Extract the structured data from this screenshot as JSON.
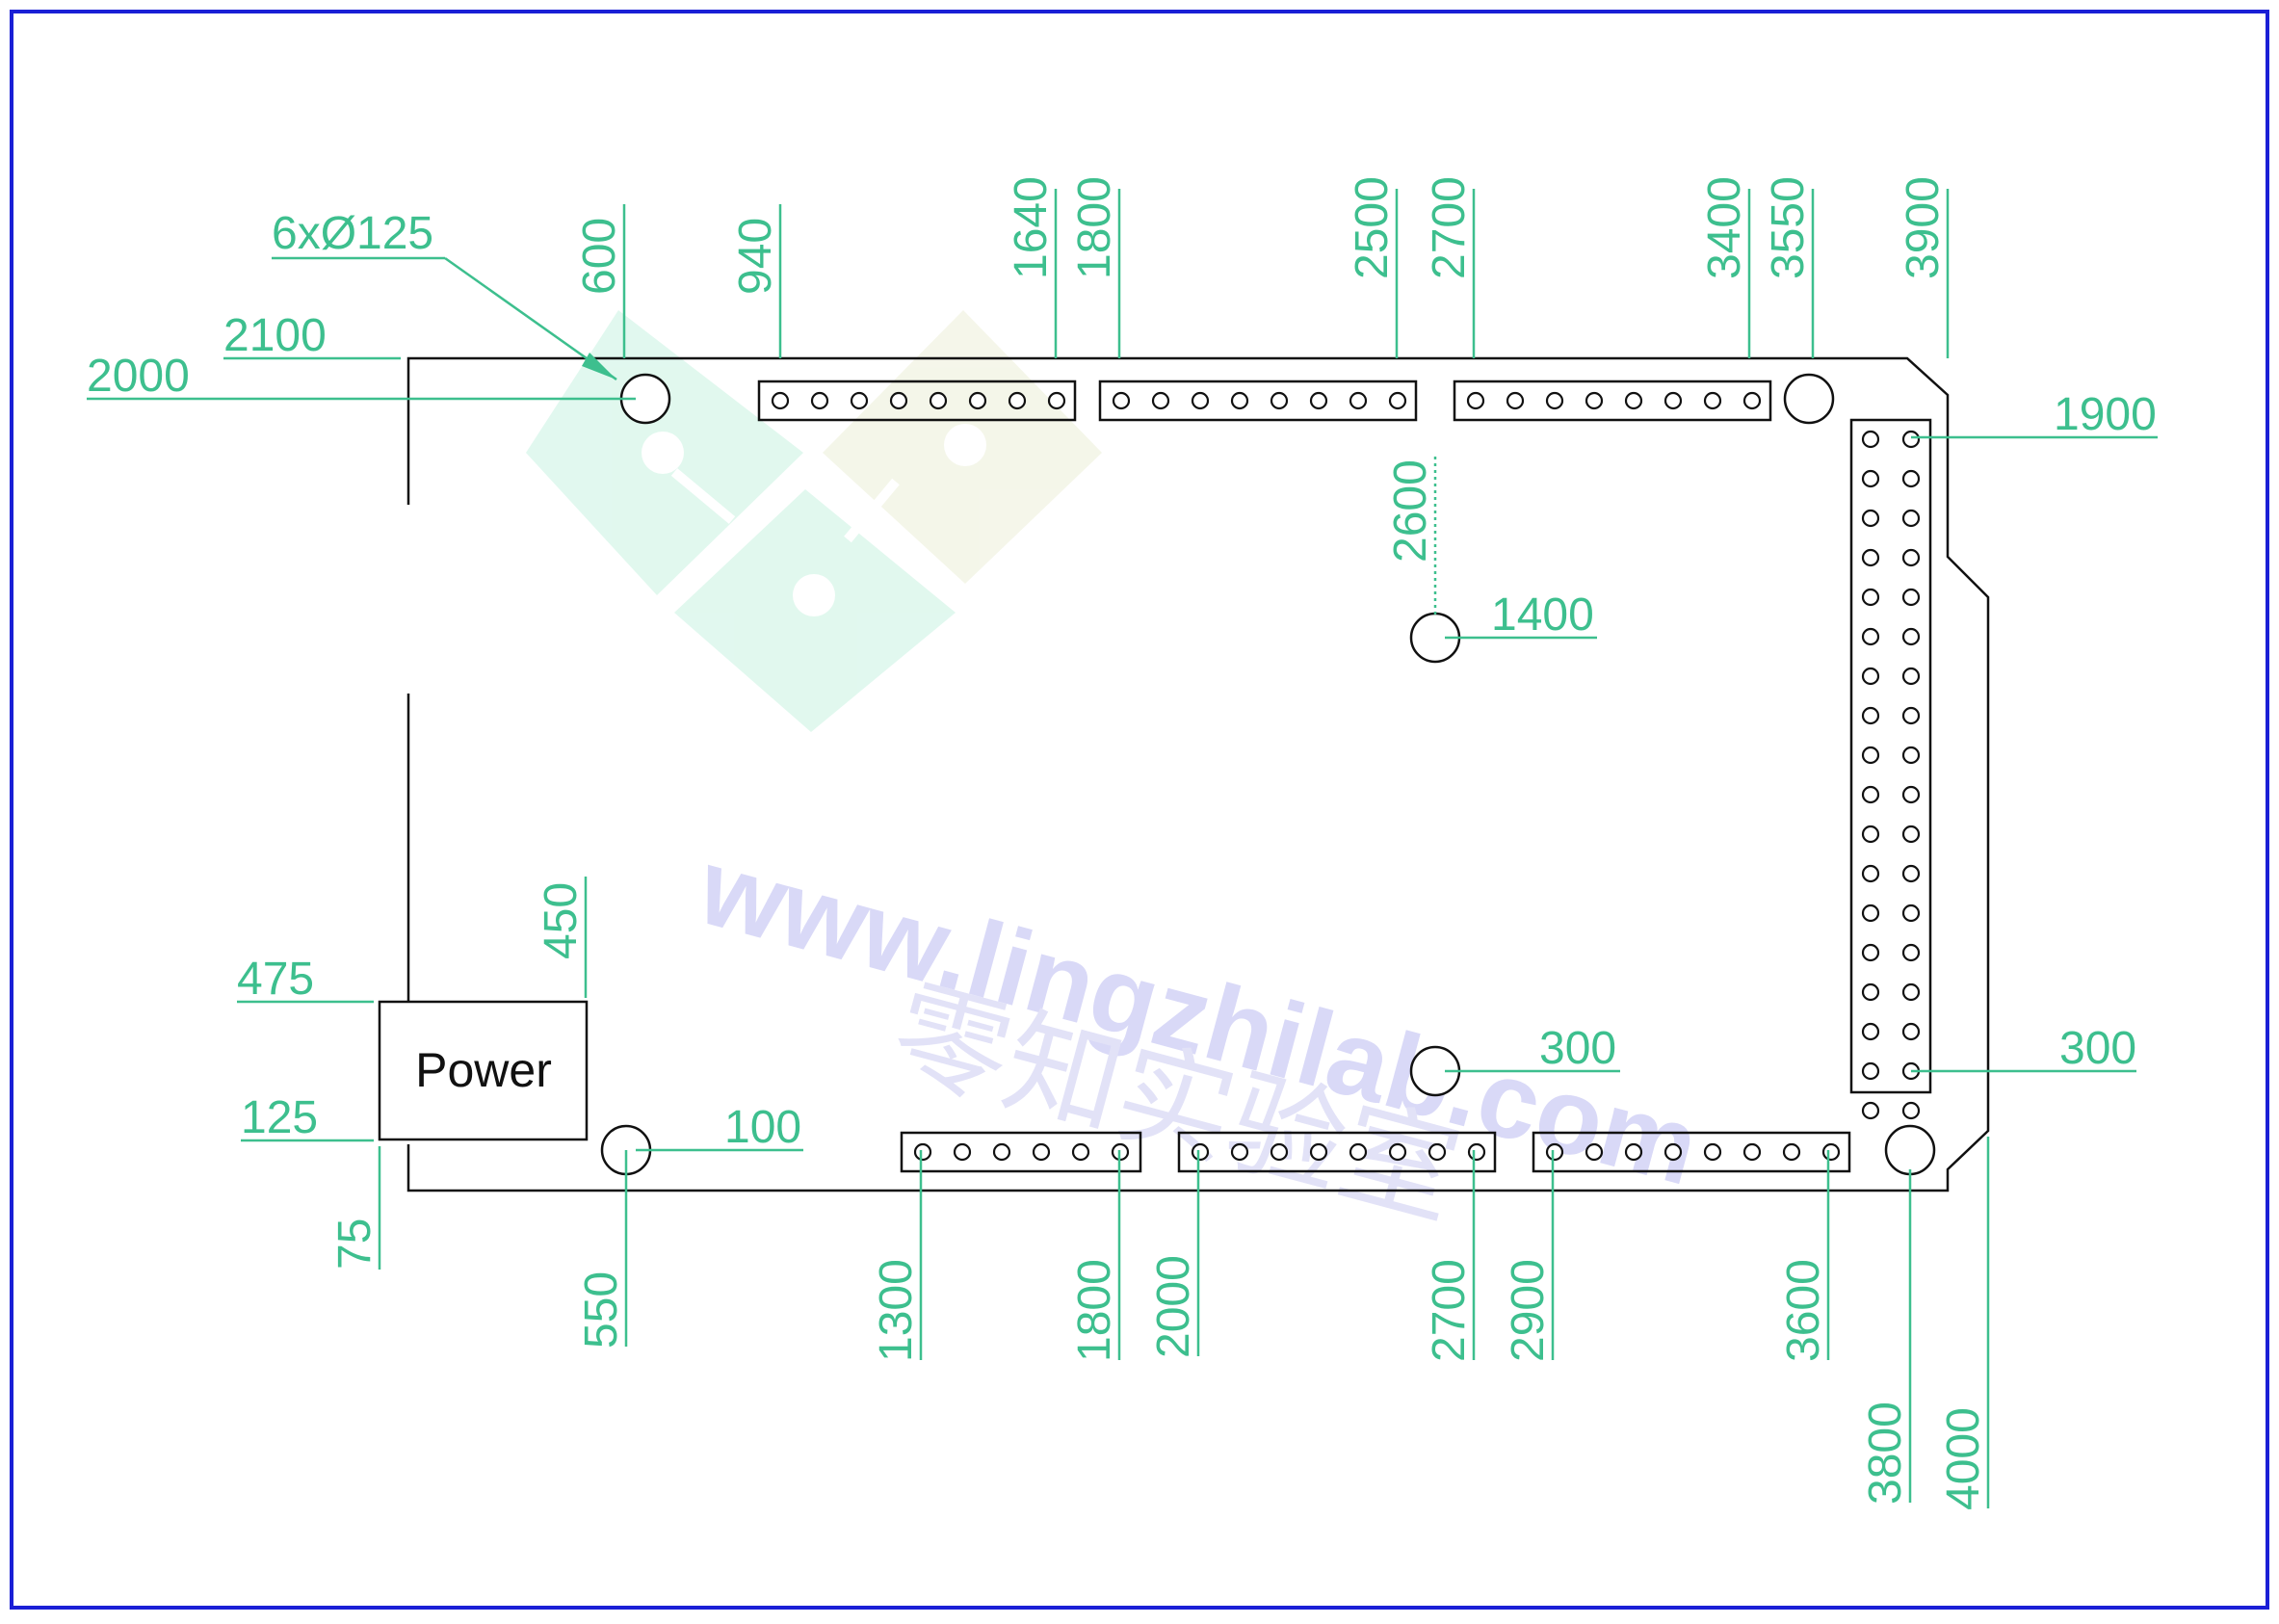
{
  "colors": {
    "frame": "#1a1fd6",
    "dimension": "#3dbf8e",
    "outline": "#111111",
    "watermark_text": "#d9d9f7",
    "watermark_logo_green": "#dcf7ec",
    "watermark_logo_cream": "#f3f5e6"
  },
  "callout": {
    "text": "6xØ125"
  },
  "power_label": "Power",
  "watermark": {
    "url": "www.lingzhilab.com",
    "cn": "零知实验室"
  },
  "dims_top": [
    "600",
    "940",
    "1640",
    "1800",
    "2500",
    "2700",
    "3400",
    "3550",
    "3900"
  ],
  "dims_bottom": [
    "550",
    "1300",
    "1800",
    "2000",
    "2700",
    "2900",
    "3600",
    "3800",
    "4000"
  ],
  "dims_left": [
    "2100",
    "2000",
    "475",
    "125",
    "75",
    "450"
  ],
  "dims_right": [
    "1900",
    "300"
  ],
  "dims_inner": [
    "2600",
    "1400",
    "300",
    "100"
  ],
  "header_pin_counts": {
    "top": [
      8,
      8,
      8
    ],
    "bottom": [
      6,
      8,
      8
    ],
    "right_columns": 2,
    "right_rows": 18
  }
}
